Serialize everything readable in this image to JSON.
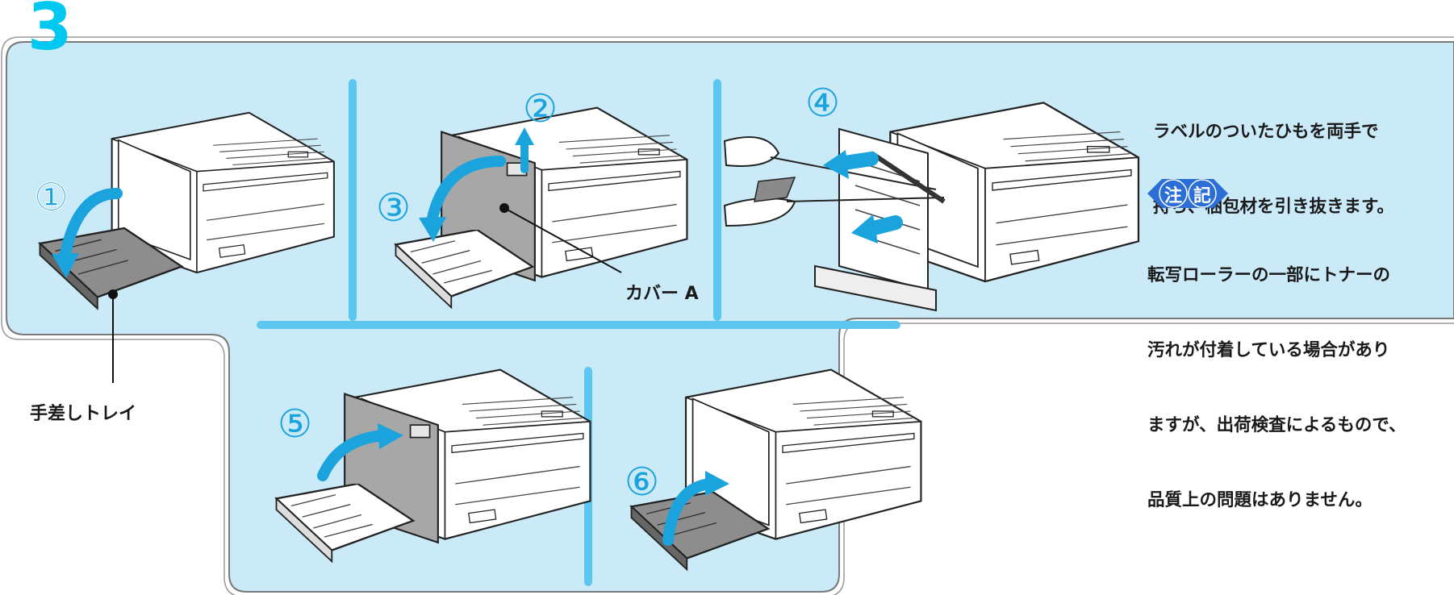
{
  "step_number": "3",
  "callouts": {
    "c1": "①",
    "c2": "②",
    "c3": "③",
    "c4": "④",
    "c5": "⑤",
    "c6": "⑥"
  },
  "labels": {
    "manual_tray": "手差しトレイ",
    "cover_a": "カバー A"
  },
  "instruction": {
    "line1": "ラベルのついたひもを両手で",
    "line2": "持ち、梱包材を引き抜きます。"
  },
  "note": {
    "badge_char1": "注",
    "badge_char2": "記",
    "line1": "転写ローラーの一部にトナーの",
    "line2": "汚れが付着している場合があり",
    "line3": "ますが、出荷検査によるもので、",
    "line4": "品質上の問題はありません。"
  },
  "colors": {
    "panel_fill": "#cbeaf8",
    "panel_border": "#7a7a7a",
    "divider": "#5cc6ee",
    "arrow": "#1aa3dd",
    "step_number": "#00c8f0",
    "badge": "#2b6fd6"
  }
}
